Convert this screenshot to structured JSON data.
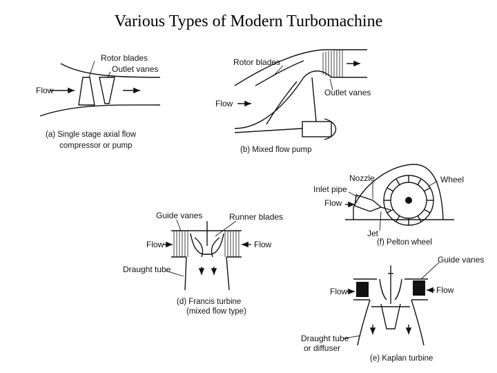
{
  "title": "Various Types of  Modern Turbomachine",
  "panel_a": {
    "rotor": "Rotor blades",
    "outlet": "Outlet vanes",
    "flow": "Flow",
    "cap1": "(a) Single stage axial flow",
    "cap2": "compressor or pump"
  },
  "panel_b": {
    "rotor": "Rotor blades",
    "outlet": "Outlet vanes",
    "flow": "Flow",
    "cap": "(b) Mixed flow pump"
  },
  "panel_f": {
    "nozzle": "Nozzle",
    "wheel": "Wheel",
    "inlet": "Inlet pipe",
    "flow": "Flow",
    "jet": "Jet",
    "cap": "(f) Pelton wheel"
  },
  "panel_d": {
    "guide": "Guide vanes",
    "runner": "Runner blades",
    "flow_left": "Flow",
    "flow_right": "Flow",
    "draught": "Draught tube",
    "cap1": "(d) Francis turbine",
    "cap2": "(mixed flow type)"
  },
  "panel_e": {
    "guide": "Guide vanes",
    "flow_left": "Flow",
    "flow_right": "Flow",
    "draught1": "Draught tube",
    "draught2": "or diffuser",
    "cap": "(e) Kaplan turbine"
  }
}
